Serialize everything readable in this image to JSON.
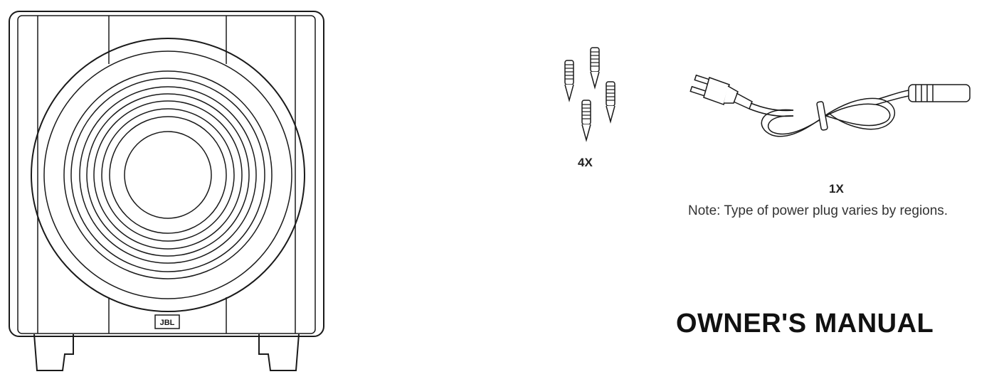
{
  "accessories": {
    "spikes_quantity": "4X",
    "power_cord_quantity": "1X",
    "note": "Note: Type of power plug varies by regions."
  },
  "brand_logo": "JBL",
  "document_title": "OWNER'S MANUAL",
  "illustrations": {
    "subwoofer": "subwoofer-front-view",
    "spikes": "floor-spike-icon",
    "power_cord": "power-cord-icon"
  },
  "colors": {
    "line": "#1a1a1a",
    "background": "#ffffff"
  }
}
